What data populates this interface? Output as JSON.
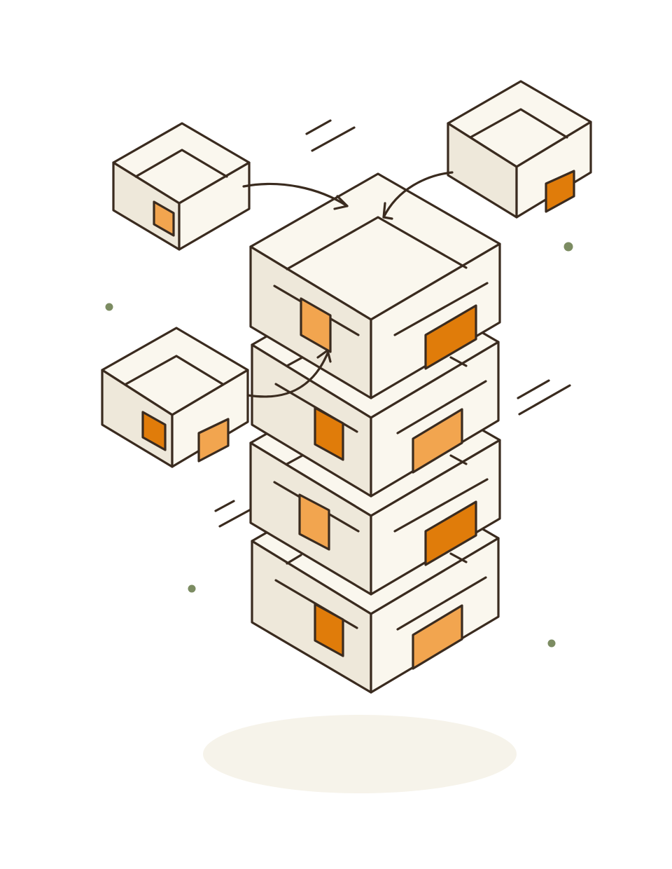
{
  "colors": {
    "background": "#ffffff",
    "outline": "#3a2b1f",
    "face_top": "#faf7ee",
    "face_left": "#eee8da",
    "face_right": "#faf7ee",
    "accent_orange": "#e07c0a",
    "accent_light_orange": "#f2a54f",
    "dot_green": "#7c8c62",
    "shadow": "#f6f3ea"
  },
  "illustration": {
    "stack_box_count": 4,
    "floating_box_count": 3,
    "arrow_count": 3,
    "dot_count": 4,
    "motion_line_groups": 3
  }
}
